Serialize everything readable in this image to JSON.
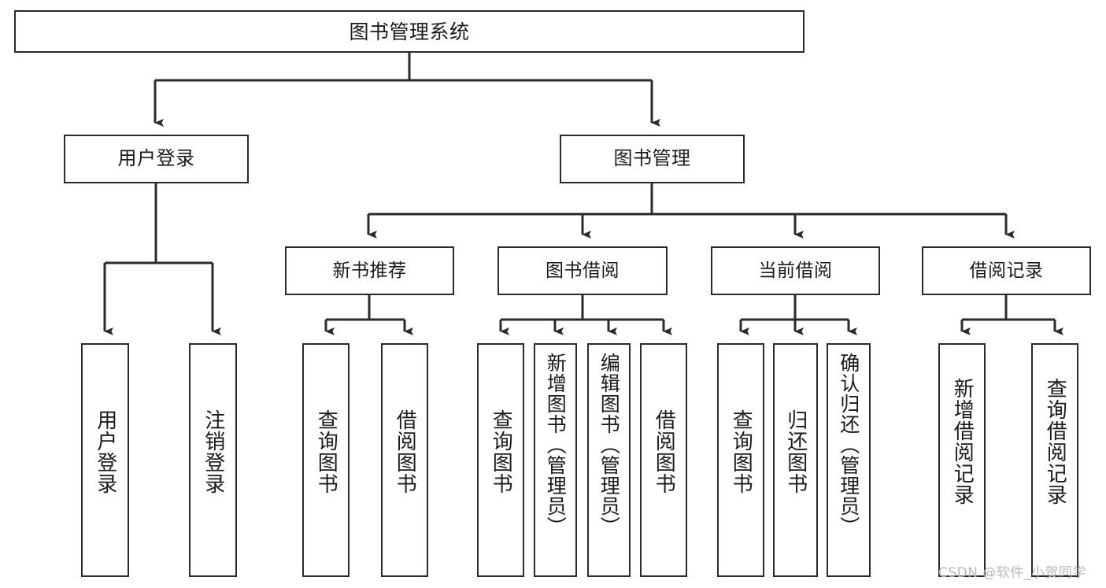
{
  "diagram": {
    "type": "tree",
    "title": "图书管理系统",
    "orientation": "top-down",
    "colors": {
      "stroke": "#2b2b2b",
      "fill": "#ffffff",
      "background": "#ffffff",
      "watermark": "#b9b9b9"
    },
    "root": {
      "label": "图书管理系统"
    },
    "level2": [
      {
        "label": "用户登录"
      },
      {
        "label": "图书管理"
      }
    ],
    "level3": [
      {
        "label": "新书推荐"
      },
      {
        "label": "图书借阅"
      },
      {
        "label": "当前借阅"
      },
      {
        "label": "借阅记录"
      }
    ],
    "leaves": {
      "user_login": [
        {
          "label": "用户登录"
        },
        {
          "label": "注销登录"
        }
      ],
      "new_book_recommend": [
        {
          "label": "查询图书"
        },
        {
          "label": "借阅图书"
        }
      ],
      "book_borrow": [
        {
          "label": "查询图书"
        },
        {
          "label": "新增图书（管理员）"
        },
        {
          "label": "编辑图书（管理员）"
        },
        {
          "label": "借阅图书"
        }
      ],
      "current_borrow": [
        {
          "label": "查询图书"
        },
        {
          "label": "归还图书"
        },
        {
          "label": "确认归还（管理员）"
        }
      ],
      "borrow_record": [
        {
          "label": "新增借阅记录"
        },
        {
          "label": "查询借阅记录"
        }
      ]
    }
  },
  "watermark": {
    "text": "CSDN @软件_小贺同学"
  }
}
